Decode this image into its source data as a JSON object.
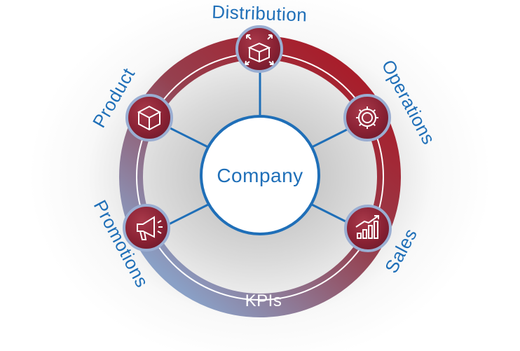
{
  "diagram": {
    "center_label": "Company",
    "ring_label": "KPIs",
    "nodes": [
      {
        "label": "Distribution",
        "icon": "open-box-arrows-icon"
      },
      {
        "label": "Operations",
        "icon": "gear-icon"
      },
      {
        "label": "Sales",
        "icon": "bar-chart-growth-icon"
      },
      {
        "label": "Promotions",
        "icon": "megaphone-icon"
      },
      {
        "label": "Product",
        "icon": "cube-icon"
      }
    ],
    "colors": {
      "ring_red": "#a51f2d",
      "ring_blue": "#8a9fc4",
      "accent_blue": "#1f6fb8",
      "node_fill": "#8d2535"
    }
  }
}
